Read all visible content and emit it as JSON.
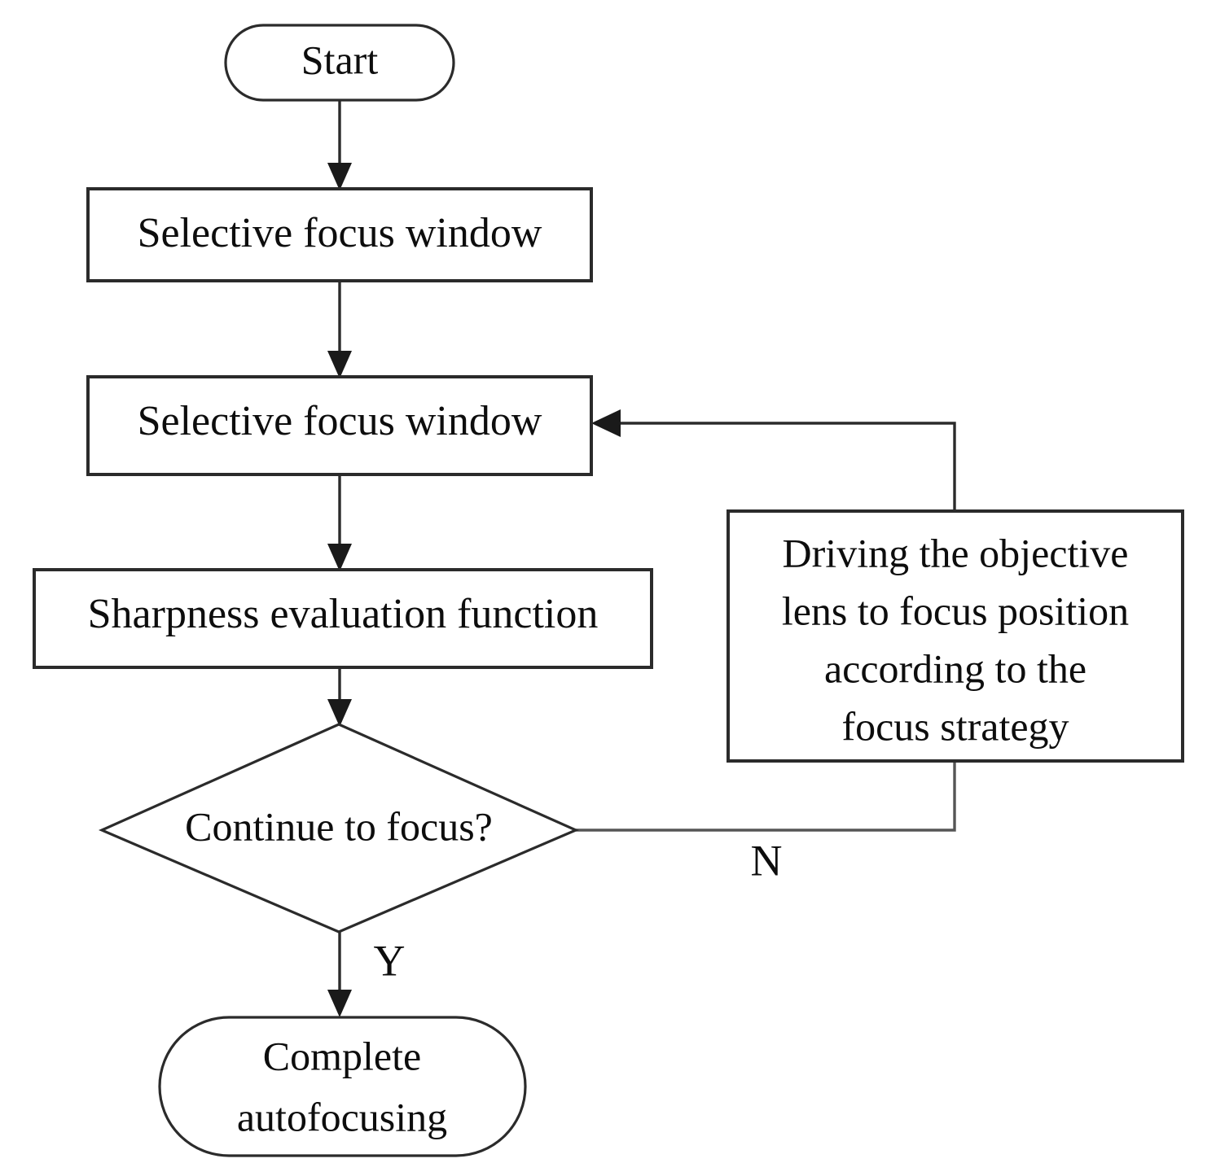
{
  "diagram": {
    "type": "flowchart",
    "orientation": "top-to-bottom",
    "background_color": "#ffffff",
    "line_color": "#2b2b2b",
    "text_color": "#0d0d0d",
    "nodes": [
      {
        "id": "start",
        "shape": "terminator",
        "label": "Start"
      },
      {
        "id": "select-window-1",
        "shape": "process",
        "label": "Selective focus window"
      },
      {
        "id": "select-window-2",
        "shape": "process",
        "label": "Selective focus window"
      },
      {
        "id": "sharpness",
        "shape": "process",
        "label": "Sharpness evaluation function"
      },
      {
        "id": "continue-decision",
        "shape": "decision",
        "label": "Continue to focus?"
      },
      {
        "id": "drive-lens",
        "shape": "process",
        "label_lines": [
          "Driving the objective",
          "lens to focus position",
          "according to the",
          "focus strategy"
        ]
      },
      {
        "id": "complete",
        "shape": "terminator",
        "label_lines": [
          "Complete",
          "autofocusing"
        ]
      }
    ],
    "edge_labels": {
      "yes": "Y",
      "no": "N"
    }
  }
}
